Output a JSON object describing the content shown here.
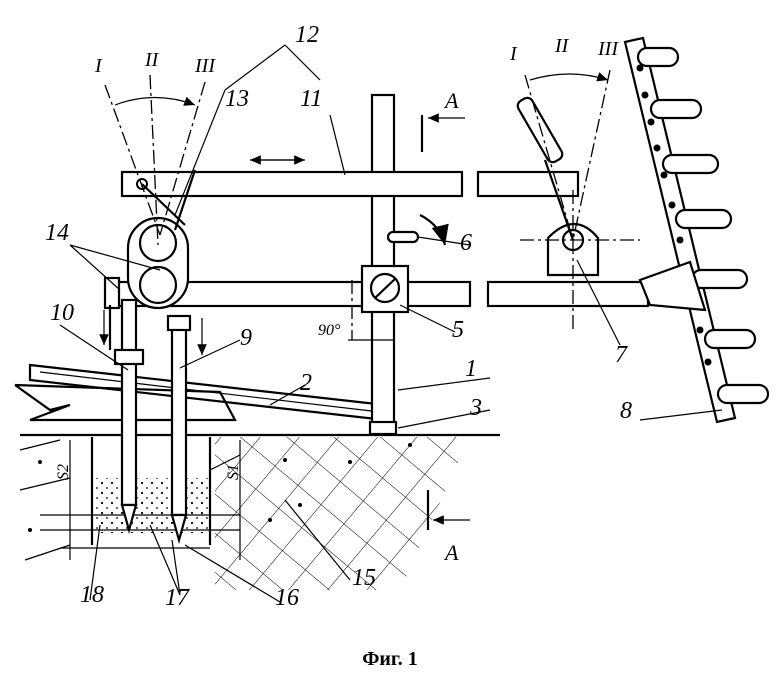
{
  "figure": {
    "caption": "Фиг. 1",
    "section_label": "А",
    "labels": [
      "1",
      "2",
      "3",
      "5",
      "6",
      "7",
      "8",
      "9",
      "10",
      "11",
      "12",
      "13",
      "14",
      "15",
      "16",
      "17",
      "18"
    ],
    "positions_left": [
      "I",
      "II",
      "III"
    ],
    "positions_right": [
      "I",
      "II",
      "III"
    ],
    "angle_label": "90°",
    "dimension_s1": "S1",
    "dimension_s2": "S2"
  }
}
